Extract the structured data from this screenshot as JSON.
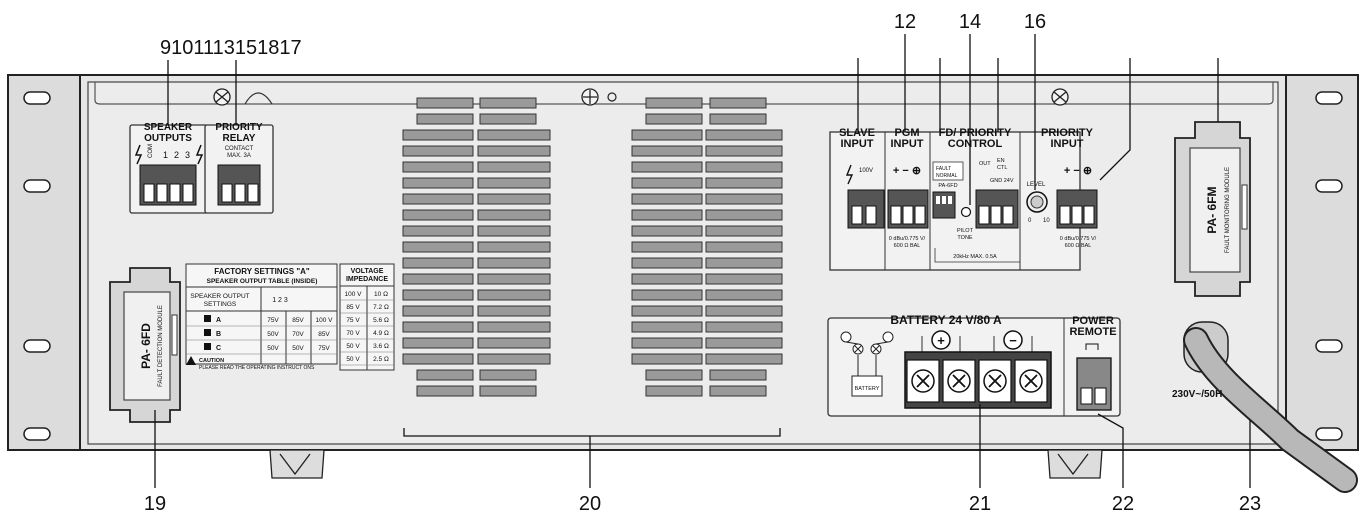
{
  "callouts": {
    "top_left": "9101113151817",
    "c12": "12",
    "c14": "14",
    "c16": "16",
    "c19": "19",
    "c20": "20",
    "c21": "21",
    "c22": "22",
    "c23": "23"
  },
  "speaker_outputs": {
    "title1": "SPEAKER",
    "title2": "OUTPUTS",
    "t_com": "COM",
    "t_1": "1",
    "t_2": "2",
    "t_3": "3"
  },
  "priority_relay": {
    "title1": "PRIORITY",
    "title2": "RELAY",
    "sub1": "CONTACT",
    "sub2": "MAX. 3A"
  },
  "slave_input": {
    "title1": "SLAVE",
    "title2": "INPUT",
    "sub": "100V"
  },
  "pgm_input": {
    "title1": "PGM",
    "title2": "INPUT",
    "sign": "+ − ⊕",
    "spec1": "0 dBu/0.775 V/",
    "spec2": "600 Ω BAL"
  },
  "fd_priority": {
    "title1": "FD/ PRIORITY",
    "title2": "CONTROL",
    "sw1": "FAULT",
    "sw2": "NORMAL",
    "sw3": "PA-6FD",
    "pilot1": "PILOT",
    "pilot2": "TONE",
    "out": "OUT",
    "en": "EN",
    "ctl": "CTL",
    "gnd": "GND  24V",
    "freq": "20kHz  MAX. 0.5A"
  },
  "level": {
    "label": "LEVEL",
    "min": "0",
    "max": "10"
  },
  "priority_input": {
    "title1": "PRIORITY",
    "title2": "INPUT",
    "sign": "+ − ⊕",
    "spec1": "0 dBu/0.775 V/",
    "spec2": "600 Ω BAL"
  },
  "pa6fm": {
    "name": "PA- 6FM",
    "desc": "FAULT MONITORING MODULE"
  },
  "pa6fd": {
    "name": "PA- 6FD",
    "desc": "FAULT DETECTION MODULE"
  },
  "settings_table": {
    "title1": "FACTORY SETTINGS \"A\"",
    "title2": "SPEAKER OUTPUT TABLE (INSIDE)",
    "row_header1": "SPEAKER OUTPUT",
    "row_header2": "SETTINGS",
    "col_header": "1 2 3",
    "rows": [
      {
        "name": "A",
        "v1": "75V",
        "v2": "85V",
        "v3": "100 V"
      },
      {
        "name": "B",
        "v1": "50V",
        "v2": "70V",
        "v3": "85V"
      },
      {
        "name": "C",
        "v1": "50V",
        "v2": "50V",
        "v3": "75V"
      }
    ],
    "caution1": "CAUTION",
    "caution2": "PLEASE READ THE OPERATING INSTRUCT ONS"
  },
  "voltage_table": {
    "title1": "VOLTAGE",
    "title2": "IMPEDANCE",
    "rows": [
      {
        "v": "100 V",
        "z": "10 Ω"
      },
      {
        "v": "85 V",
        "z": "7.2 Ω"
      },
      {
        "v": "75 V",
        "z": "5.6 Ω"
      },
      {
        "v": "70 V",
        "z": "4.9 Ω"
      },
      {
        "v": "50 V",
        "z": "3.6 Ω"
      },
      {
        "v": "50 V",
        "z": "2.5 Ω"
      }
    ]
  },
  "battery": {
    "title": "BATTERY 24 V/80 A",
    "box": "BATTERY",
    "plus": "+",
    "minus": "−"
  },
  "power_remote": {
    "title1": "POWER",
    "title2": "REMOTE"
  },
  "mains": {
    "label": "230V~/50H"
  }
}
